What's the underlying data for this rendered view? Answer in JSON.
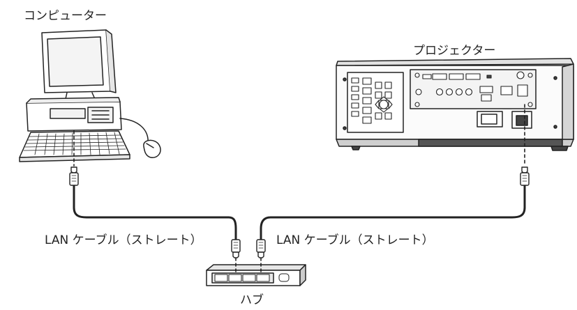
{
  "labels": {
    "computer": "コンピューター",
    "projector": "プロジェクター",
    "lan_cable_left": "LAN ケーブル（ストレート）",
    "lan_cable_right": "LAN ケーブル（ストレート）",
    "hub": "ハブ"
  },
  "icons": {
    "computer": "computer-icon",
    "projector": "projector-icon",
    "hub": "hub-icon",
    "connector": "lan-connector-icon"
  },
  "colors": {
    "line": "#222222",
    "background": "#ffffff",
    "device_fill": "#f6f6f6"
  }
}
